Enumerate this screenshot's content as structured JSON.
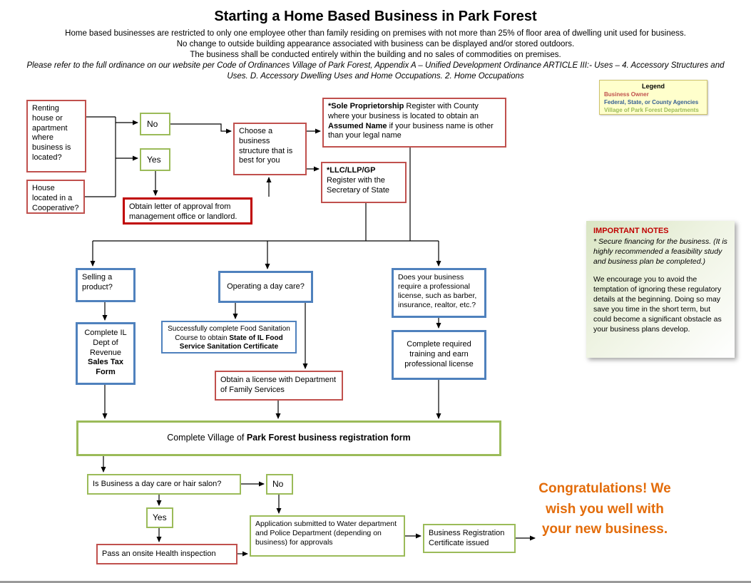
{
  "header": {
    "title": "Starting a Home Based Business in Park Forest",
    "line1": "Home based businesses are restricted to only one employee other than family residing on premises with not more than 25% of floor area of dwelling unit used for business.",
    "line2": "No change to outside building appearance associated with business can be displayed and/or stored outdoors.",
    "line3": "The business shall be conducted entirely within the building and no sales of commodities on premises.",
    "line4": "Please refer to the full ordinance on our website per Code of Ordinances Village of Park Forest, Appendix A – Unified Development Ordinance ARTICLE III:- Uses – 4. Accessory Structures and Uses. D. Accessory Dwelling Uses and Home Occupations. 2. Home Occupations"
  },
  "legend": {
    "title": "Legend",
    "items": [
      {
        "label": "Business Owner"
      },
      {
        "label": "Federal, State, or County Agencies"
      },
      {
        "label": "Village of Park Forest Departments"
      }
    ]
  },
  "colors": {
    "business_owner_red": "#C0504D",
    "approval_red": "#C00000",
    "agency_blue": "#4F81BD",
    "legend_blue": "#376092",
    "village_green": "#9BBB59",
    "congrats_orange": "#E36C0A",
    "legend_bg": "#FFFFCC"
  },
  "boxes": {
    "renting": "Renting house or apartment where business is located?",
    "cooperative": "House located in a Cooperative?",
    "no1": "No",
    "yes1": "Yes",
    "obtain_letter": "Obtain letter of approval from management office or landlord.",
    "choose_structure": "Choose a business structure that is best for you",
    "sole_prop": {
      "b1": "*Sole Proprietorship",
      "t1": " Register with County where your business is located to obtain an ",
      "b2": "Assumed Name",
      "t2": " if your business name is other than your legal name"
    },
    "llc": {
      "b1": "*LLC/LLP/GP",
      "t1": "Register with the Secretary of State"
    },
    "selling": "Selling a product?",
    "sales_tax": {
      "t1": "Complete IL Dept of Revenue ",
      "b1": "Sales Tax Form"
    },
    "daycare": "Operating a day care?",
    "sanitation": {
      "t1": "Successfully complete Food Sanitation Course to obtain ",
      "b1": "State of IL Food Service Sanitation Certificate"
    },
    "family_services": "Obtain a license with Department of Family Services",
    "prof_license": "Does your business require a professional license, such as barber, insurance, realtor, etc.?",
    "training": "Complete required training and earn professional license",
    "registration": {
      "t1": "Complete Village of ",
      "b1": "Park Forest business registration form"
    },
    "salon_question": "Is Business a day care or hair salon?",
    "no2": "No",
    "yes2": "Yes",
    "health_inspection": "Pass an onsite Health inspection",
    "application": "Application submitted to Water department and Police Department (depending on business) for approvals",
    "certificate": "Business Registration Certificate issued",
    "congrats": "Congratulations! We wish you well with your new business."
  },
  "notes": {
    "title": "IMPORTANT NOTES",
    "p1": "* Secure financing for the business.  (It is highly recommended a feasibility study and business plan be completed.)",
    "p2": "We encourage you to avoid the temptation of ignoring these regulatory details at the beginning. Doing so may save you time in the short term, but could become a significant obstacle as your business plans develop."
  }
}
